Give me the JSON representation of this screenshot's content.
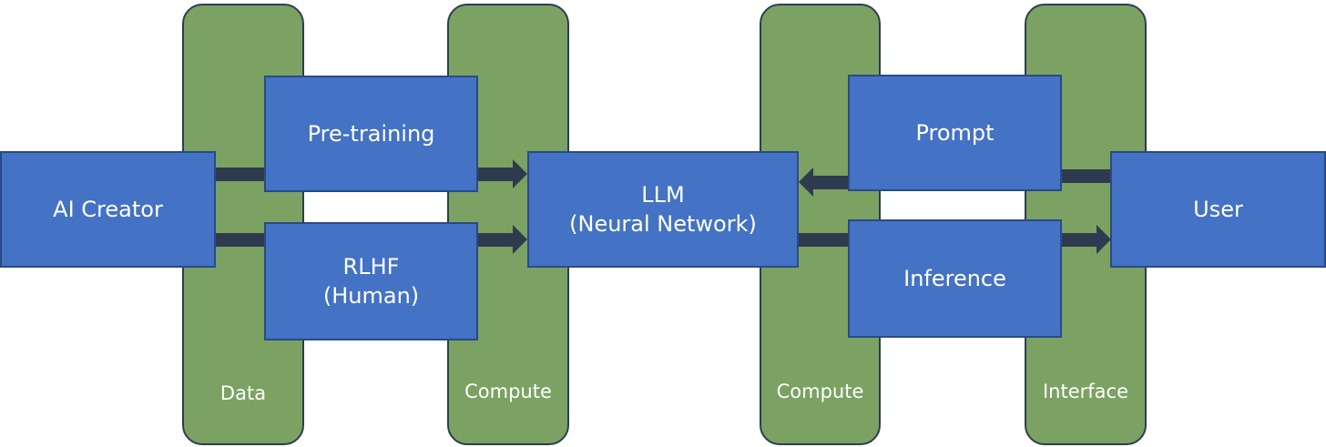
{
  "diagram": {
    "pillars": {
      "data": "Data",
      "compute_left": "Compute",
      "compute_right": "Compute",
      "interface": "Interface"
    },
    "nodes": {
      "ai_creator": "AI Creator",
      "pretraining": "Pre-training",
      "rlhf_line1": "RLHF",
      "rlhf_line2": "(Human)",
      "llm_line1": "LLM",
      "llm_line2": "(Neural Network)",
      "prompt": "Prompt",
      "inference": "Inference",
      "user": "User"
    },
    "colors": {
      "pillar_fill": "#7ba262",
      "node_fill": "#4472c4",
      "connector": "#2e3b4e"
    }
  }
}
